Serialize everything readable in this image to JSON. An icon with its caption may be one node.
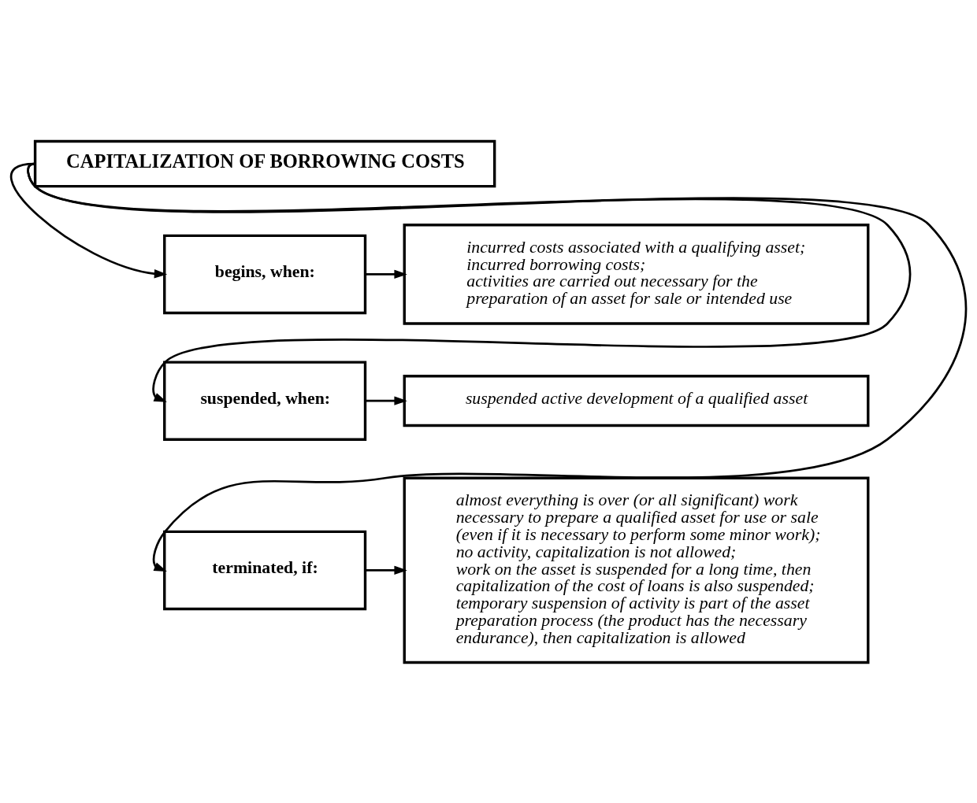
{
  "diagram": {
    "nodes": [
      {
        "text": [
          "CAPITALIZATION OF BORROWING COSTS"
        ]
      },
      {
        "text": [
          "begins, when:"
        ]
      },
      {
        "text": [
          "incurred costs associated with a qualifying asset;",
          "incurred borrowing costs;",
          "activities are carried out necessary for the preparation of an asset for sale or intended use"
        ]
      },
      {
        "text": [
          "suspended, when:"
        ]
      },
      {
        "text": [
          "suspended active development of a qualified asset"
        ]
      },
      {
        "text": [
          "terminated, if:"
        ]
      },
      {
        "text": [
          "almost everything is over (or all significant) work necessary to prepare a qualified asset for use or sale (even if it is necessary to perform some minor work);",
          "no activity, capitalization is not allowed;",
          "work on the asset is suspended for a long time, then capitalization of the cost of loans is also suspended;",
          "temporary suspension of activity is part of the asset preparation process (the product has the necessary endurance), then capitalization is allowed"
        ]
      }
    ],
    "edges": [
      {
        "from": 0,
        "to": 1,
        "arrow": "to"
      },
      {
        "from": 0,
        "to": 3,
        "arrow": "to"
      },
      {
        "from": 0,
        "to": 5,
        "arrow": "to"
      },
      {
        "from": 1,
        "to": 2,
        "arrow": "to"
      },
      {
        "from": 3,
        "to": 4,
        "arrow": "to"
      },
      {
        "from": 5,
        "to": 6,
        "arrow": "to"
      }
    ]
  }
}
